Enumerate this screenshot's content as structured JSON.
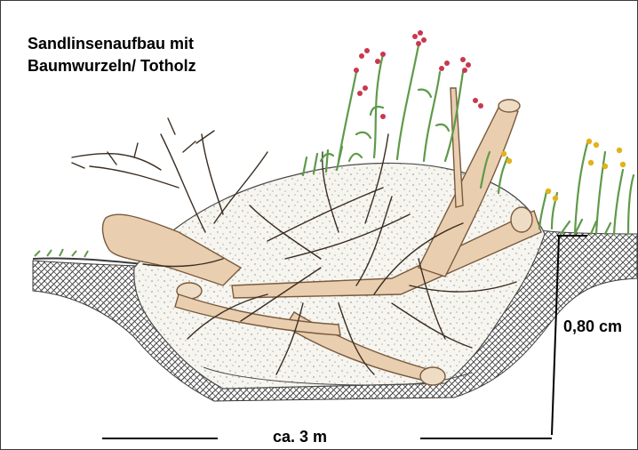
{
  "title": {
    "line1": "Sandlinsenaufbau mit",
    "line2": "Baumwurzeln/ Totholz"
  },
  "dimensions": {
    "depth_label": "0,80 cm",
    "width_label": "ca. 3 m"
  },
  "colors": {
    "sand": "#f6f5ef",
    "wood": "#e9cfb0",
    "wood_edge": "#7a5a3e",
    "soil_hatch": "#3c3c3c",
    "plant_green": "#5f9a4a",
    "flower_red": "#c8384f",
    "flower_yellow": "#e3b21c"
  }
}
